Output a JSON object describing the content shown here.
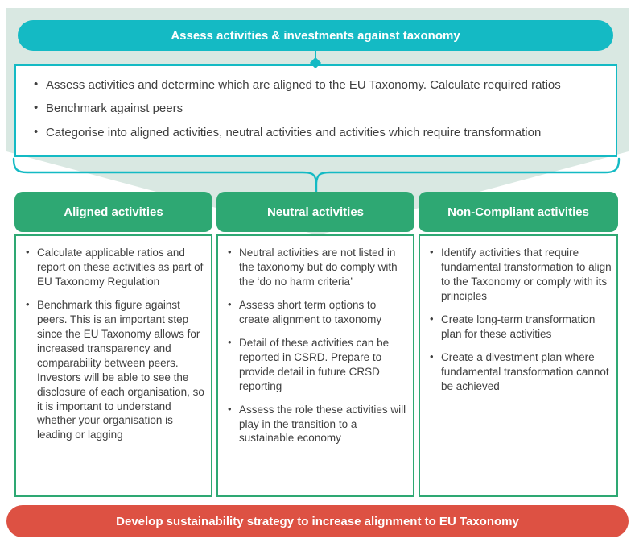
{
  "colors": {
    "teal": "#14bac4",
    "pale_teal": "#d9e8e2",
    "green": "#2ea873",
    "red": "#dd5143",
    "text": "#3f3f3f"
  },
  "funnel": {
    "top_banner": "Assess activities & investments against taxonomy",
    "assessment_box": {
      "bullets": [
        "Assess activities and determine which are aligned to the EU Taxonomy. Calculate required ratios",
        "Benchmark against peers",
        "Categorise into aligned activities, neutral activities and activities which require transformation"
      ]
    }
  },
  "columns": [
    {
      "header": "Aligned activities",
      "bullets": [
        "Calculate applicable ratios and report on these activities as part of EU Taxonomy Regulation",
        "Benchmark this figure against peers. This is an important step since the EU Taxonomy allows for increased transparency and comparability between peers. Investors will be able to see the disclosure of each organisation, so it is important to understand whether your organisation is leading or lagging"
      ]
    },
    {
      "header": "Neutral activities",
      "bullets": [
        "Neutral activities are not listed in the taxonomy but do comply with the ‘do no harm criteria’",
        "Assess short term options to create alignment to taxonomy",
        "Detail of these activities can be reported in CSRD. Prepare to provide detail in future CRSD reporting",
        "Assess the role these activities will play in the transition to a sustainable economy"
      ]
    },
    {
      "header": "Non-Compliant activities",
      "bullets": [
        "Identify activities that require fundamental transformation to align to the Taxonomy or comply with its principles",
        "Create long-term transformation plan for these activities",
        "Create a divestment plan where fundamental transformation cannot be achieved"
      ]
    }
  ],
  "bottom_banner": "Develop sustainability strategy to increase alignment to EU Taxonomy"
}
